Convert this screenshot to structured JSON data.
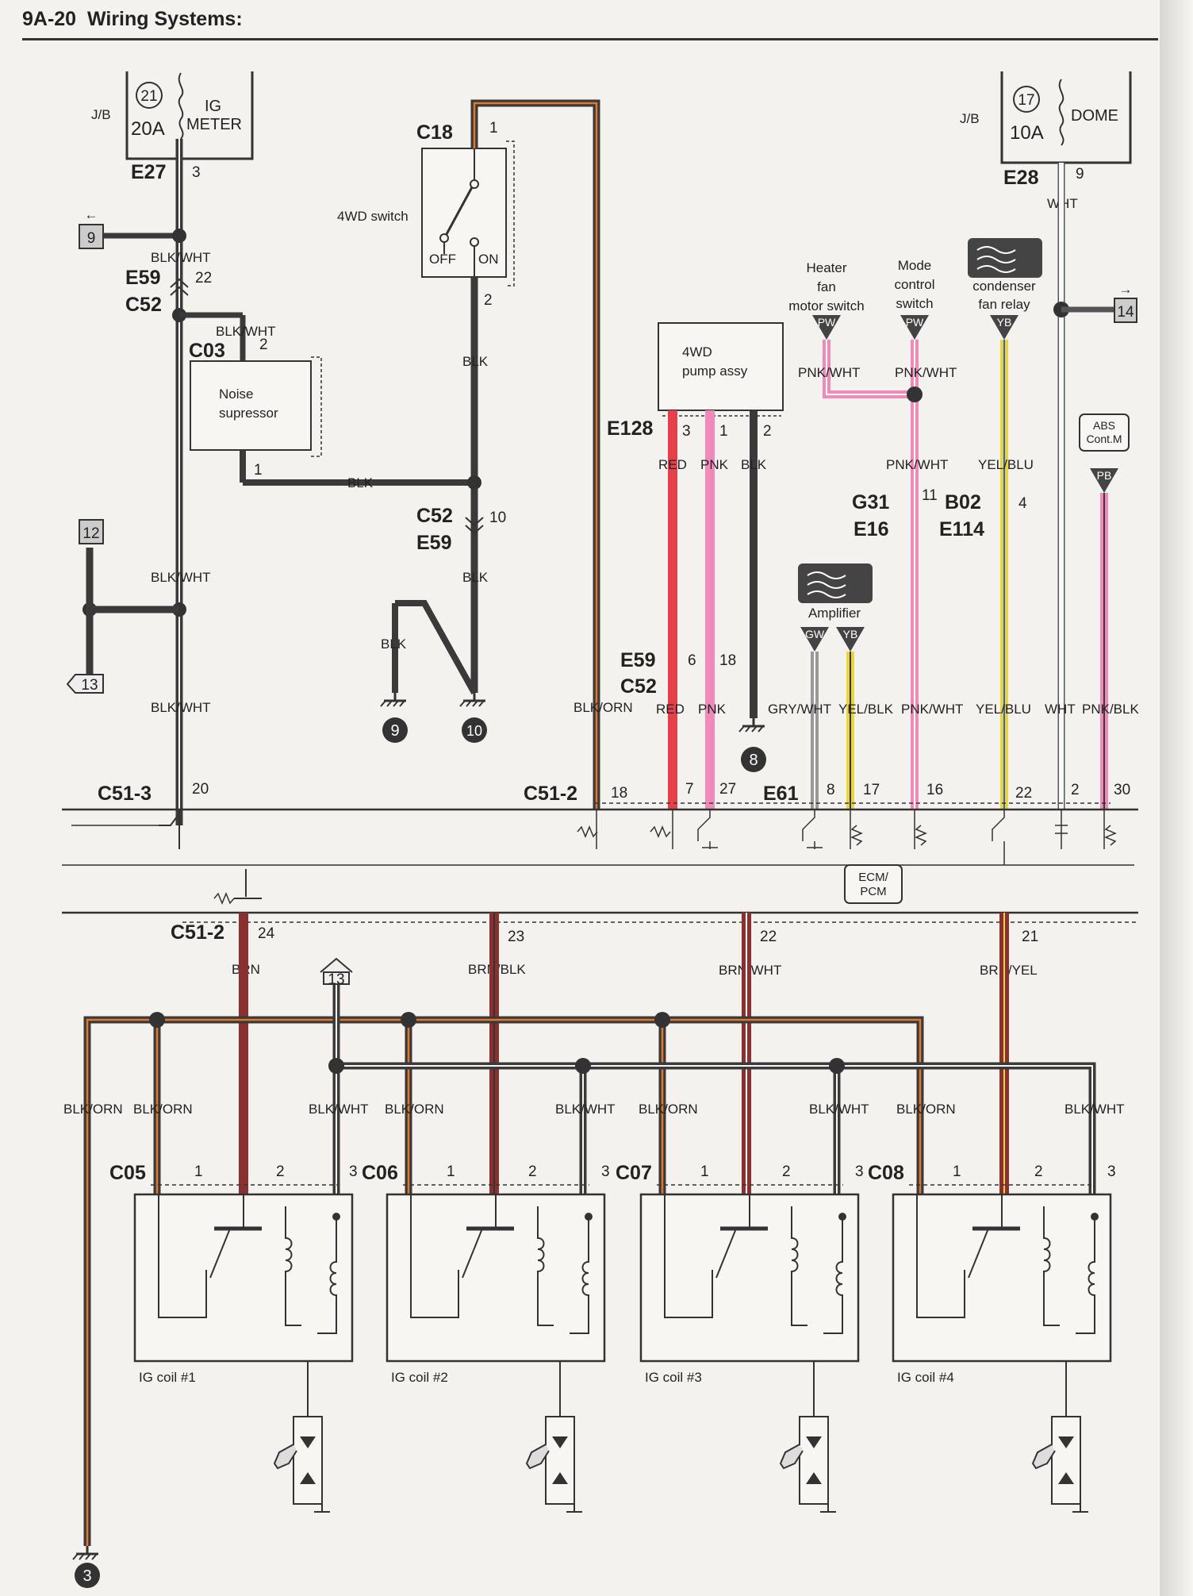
{
  "header": {
    "page_number": "9A-20",
    "section_title": "Wiring Systems:"
  },
  "junction_box_left": {
    "jb": "J/B",
    "fuse_no": "21",
    "rating": "20A",
    "name_line1": "IG",
    "name_line2": "METER",
    "connector": "E27",
    "pin": "3"
  },
  "junction_box_right": {
    "jb": "J/B",
    "fuse_no": "17",
    "rating": "10A",
    "name": "DOME",
    "connector": "E28",
    "pin": "9",
    "wire": "WHT"
  },
  "refs": {
    "r9": "9",
    "r12": "12",
    "r13": "13",
    "r14": "14"
  },
  "left_circuit": {
    "wire_main": "BLK/WHT",
    "e59": "E59",
    "pin22": "22",
    "c52": "C52",
    "noise_wire": "BLK/WHT",
    "c03": "C03",
    "c03_pin2": "2",
    "c03_pin1": "1",
    "noise_line1": "Noise",
    "noise_line2": "supressor",
    "wire_mid": "BLK/WHT",
    "wire_low": "BLK/WHT",
    "c51_3": "C51-3",
    "c51_3_pin": "20"
  },
  "switch_4wd": {
    "c18": "C18",
    "pin1": "1",
    "label": "4WD switch",
    "off": "OFF",
    "on": "ON",
    "pin2": "2",
    "wire1": "BLK",
    "wire_h": "BLK",
    "c52": "C52",
    "e59": "E59",
    "pin10": "10",
    "wire2": "BLK",
    "wire3": "BLK",
    "ground9": "9",
    "ground10": "10"
  },
  "pump_4wd": {
    "line1": "4WD",
    "line2": "pump assy",
    "connector": "E128",
    "pin3": "3",
    "pin1": "1",
    "pin2": "2",
    "wire_red": "RED",
    "wire_pnk": "PNK",
    "wire_blk": "BLK",
    "e59": "E59",
    "c52": "C52",
    "pin6": "6",
    "pin18": "18",
    "wire_red2": "RED",
    "wire_pnk2": "PNK",
    "ground8": "8"
  },
  "ecm_top": {
    "wire_blk_orn": "BLK/ORN",
    "c51_2": "C51-2",
    "pin18": "18",
    "pin7": "7",
    "pin27": "27",
    "e61": "E61",
    "pin8": "8",
    "pin17": "17",
    "pin16": "16",
    "pin22": "22",
    "pin2": "2",
    "pin30": "30"
  },
  "right_circuit": {
    "heater_line1": "Heater",
    "heater_line2": "fan",
    "heater_line3": "motor switch",
    "pw1": "PW",
    "mode_line1": "Mode",
    "mode_line2": "control",
    "mode_line3": "switch",
    "pw2": "PW",
    "condenser_line1": "condenser",
    "condenser_line2": "fan relay",
    "yb1": "YB",
    "pnk_wht_a": "PNK/WHT",
    "pnk_wht_b": "PNK/WHT",
    "pnk_wht_c": "PNK/WHT",
    "yel_blu": "YEL/BLU",
    "g31": "G31",
    "e16": "E16",
    "pin11": "11",
    "b02": "B02",
    "e114": "E114",
    "pin4": "4",
    "abs_line1": "ABS",
    "abs_line2": "Cont.M",
    "pb": "PB",
    "amplifier": "Amplifier",
    "gw": "GW",
    "yb2": "YB",
    "gry_wht": "GRY/WHT",
    "yel_blk": "YEL/BLK",
    "pnk_wht_d": "PNK/WHT",
    "yel_blu2": "YEL/BLU",
    "wht2": "WHT",
    "pnk_blk": "PNK/BLK"
  },
  "ecm": {
    "line1": "ECM/",
    "line2": "PCM"
  },
  "ecm_bottom": {
    "c51_2": "C51-2",
    "pin24": "24",
    "pin23": "23",
    "pin22": "22",
    "pin21": "21",
    "brn": "BRN",
    "brn_blk": "BRN/BLK",
    "brn_wht": "BRN/WHT",
    "brn_yel": "BRN/YEL"
  },
  "ig_coils": [
    {
      "connector": "C05",
      "name": "IG coil #1",
      "pin1": "1",
      "pin2": "2",
      "pin3": "3",
      "wire_orn": "BLK/ORN",
      "wire_wht": "BLK/WHT"
    },
    {
      "connector": "C06",
      "name": "IG coil #2",
      "pin1": "1",
      "pin2": "2",
      "pin3": "3",
      "wire_orn": "BLK/ORN",
      "wire_wht": "BLK/WHT"
    },
    {
      "connector": "C07",
      "name": "IG coil #3",
      "pin1": "1",
      "pin2": "2",
      "pin3": "3",
      "wire_orn": "BLK/ORN",
      "wire_wht": "BLK/WHT"
    },
    {
      "connector": "C08",
      "name": "IG coil #4",
      "pin1": "1",
      "pin2": "2",
      "pin3": "3",
      "wire_orn": "BLK/ORN",
      "wire_wht": "BLK/WHT"
    }
  ],
  "ground_bottom": {
    "blk_orn": "BLK/ORN",
    "ref": "3"
  },
  "colors": {
    "blk": "#3a3a3a",
    "red": "#e8404a",
    "pnk": "#f08ab8",
    "yel": "#e8d63a",
    "brn": "#8a3030",
    "orn": "#e07a2a",
    "wht": "#f8f8f8"
  }
}
